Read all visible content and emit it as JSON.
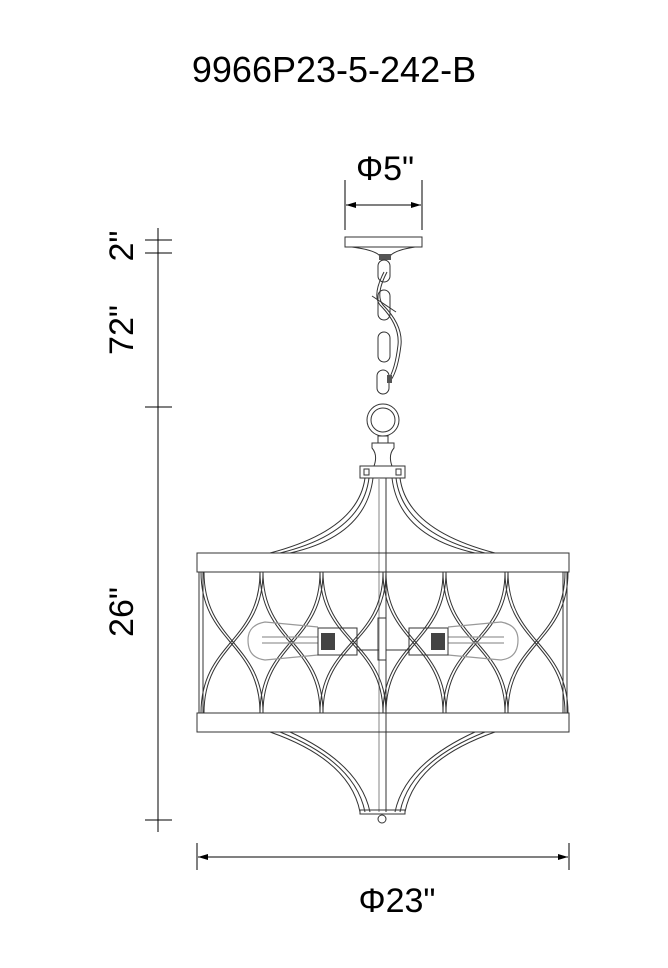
{
  "title": "9966P23-5-242-B",
  "dimensions": {
    "canopy_diameter": "Φ5\"",
    "canopy_height": "2\"",
    "chain_length": "72\"",
    "fixture_height": "26\"",
    "fixture_diameter": "Φ23\""
  }
}
